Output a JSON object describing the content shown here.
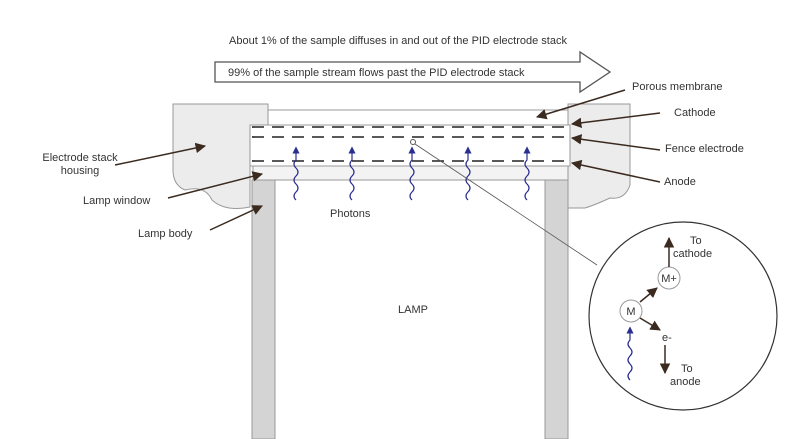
{
  "title": "About 1% of the sample diffuses in and out of the PID electrode stack",
  "flow_arrow": "99% of the sample stream flows past the PID electrode stack",
  "labels": {
    "porous_membrane": "Porous membrane",
    "cathode": "Cathode",
    "fence_electrode": "Fence electrode",
    "anode": "Anode",
    "housing_line1": "Electrode stack",
    "housing_line2": "housing",
    "lamp_window": "Lamp window",
    "lamp_body": "Lamp body",
    "photons": "Photons",
    "lamp": "LAMP"
  },
  "inset": {
    "molecule": "M",
    "ion": "M+",
    "electron": "e-",
    "to_cathode_1": "To",
    "to_cathode_2": "cathode",
    "to_anode_1": "To",
    "to_anode_2": "anode"
  },
  "colors": {
    "arrow": "#3b2a20",
    "photon": "#2a2f8f",
    "housing": "#ececec",
    "wall": "#d4d4d4"
  }
}
